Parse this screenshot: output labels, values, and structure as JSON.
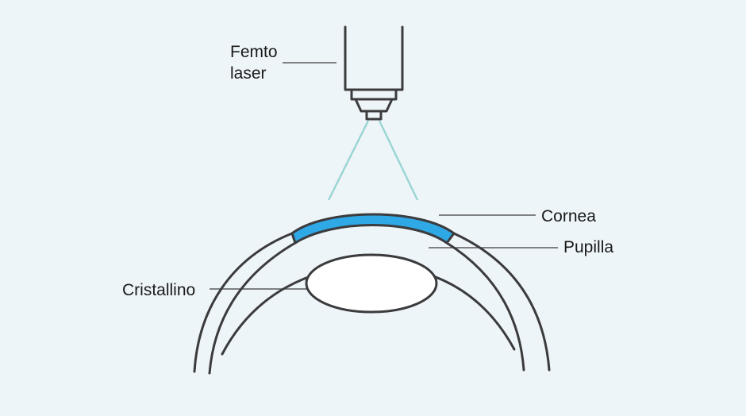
{
  "labels": {
    "femto_line1": "Femto",
    "femto_line2": "laser",
    "cornea": "Cornea",
    "pupilla": "Pupilla",
    "cristallino": "Cristallino"
  },
  "colors": {
    "background": "#eef5f8",
    "outline": "#3b3b3d",
    "cornea_fill": "#2fa8e6",
    "laser_beam": "#9bd6d4",
    "lens_fill": "#ffffff"
  }
}
